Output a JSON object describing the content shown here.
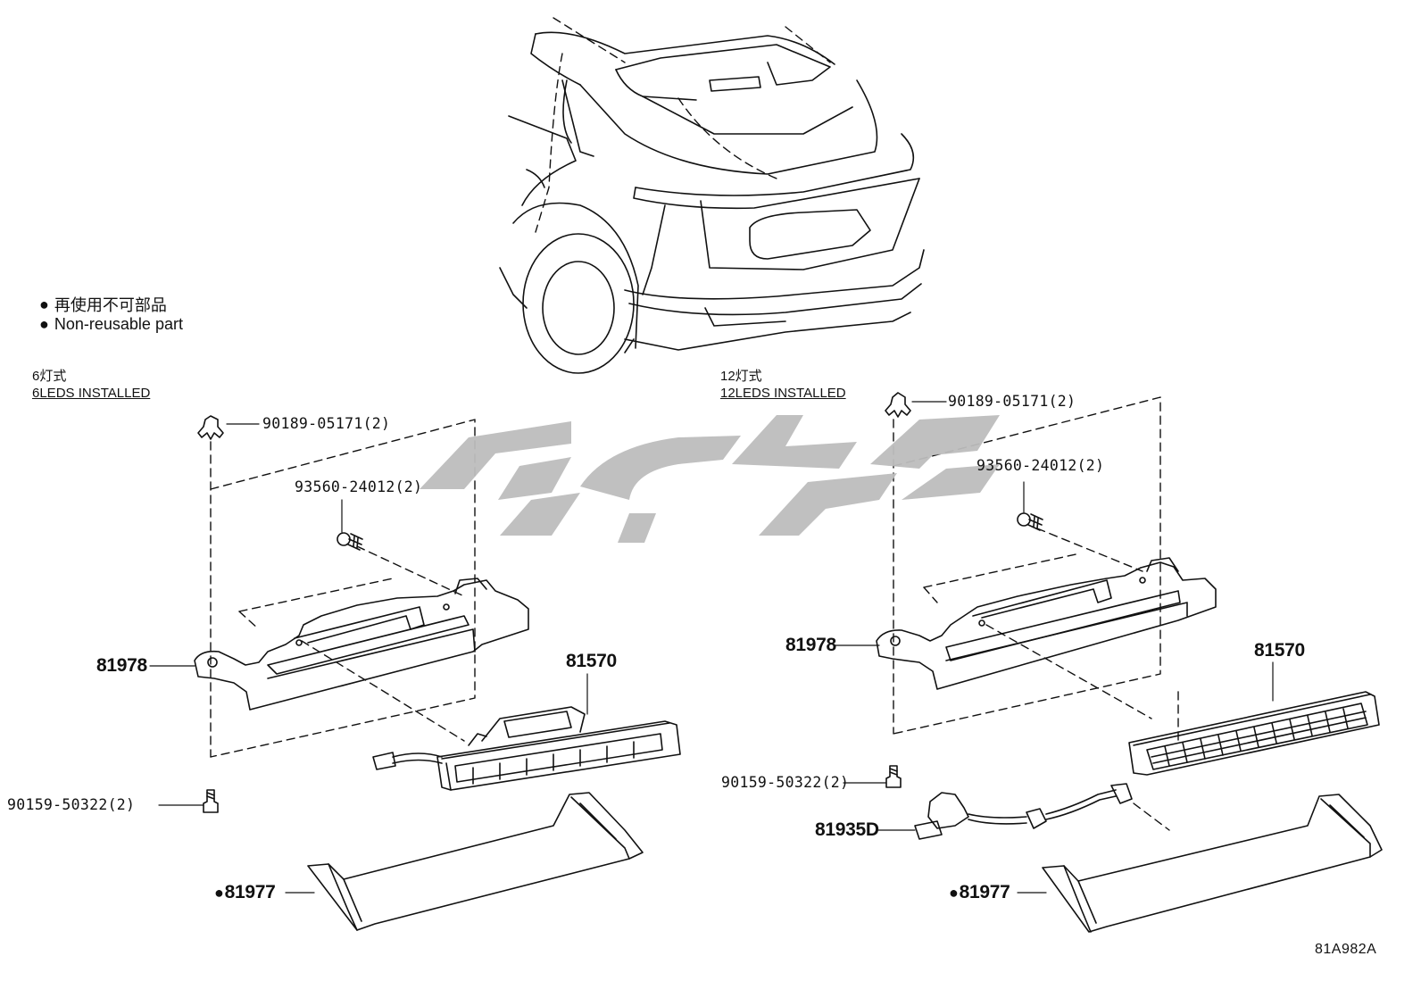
{
  "legend": {
    "bullet": "●",
    "line_ja": "再使用不可部品",
    "line_en": "Non-reusable part"
  },
  "left_section": {
    "title_ja": "6灯式",
    "title_en": "6LEDS INSTALLED",
    "parts": {
      "clip": "90189-05171(2)",
      "screw_top": "93560-24012(2)",
      "bracket": "81978",
      "lamp": "81570",
      "screw_bottom": "90159-50322(2)",
      "cover": "81977"
    }
  },
  "right_section": {
    "title_ja": "12灯式",
    "title_en": "12LEDS INSTALLED",
    "parts": {
      "clip": "90189-05171(2)",
      "screw_top": "93560-24012(2)",
      "bracket": "81978",
      "lamp": "81570",
      "screw_bottom": "90159-50322(2)",
      "wire": "81935D",
      "cover": "81977"
    }
  },
  "figure_code": "81A982A",
  "watermark": {
    "color": "#bdbdbd"
  }
}
